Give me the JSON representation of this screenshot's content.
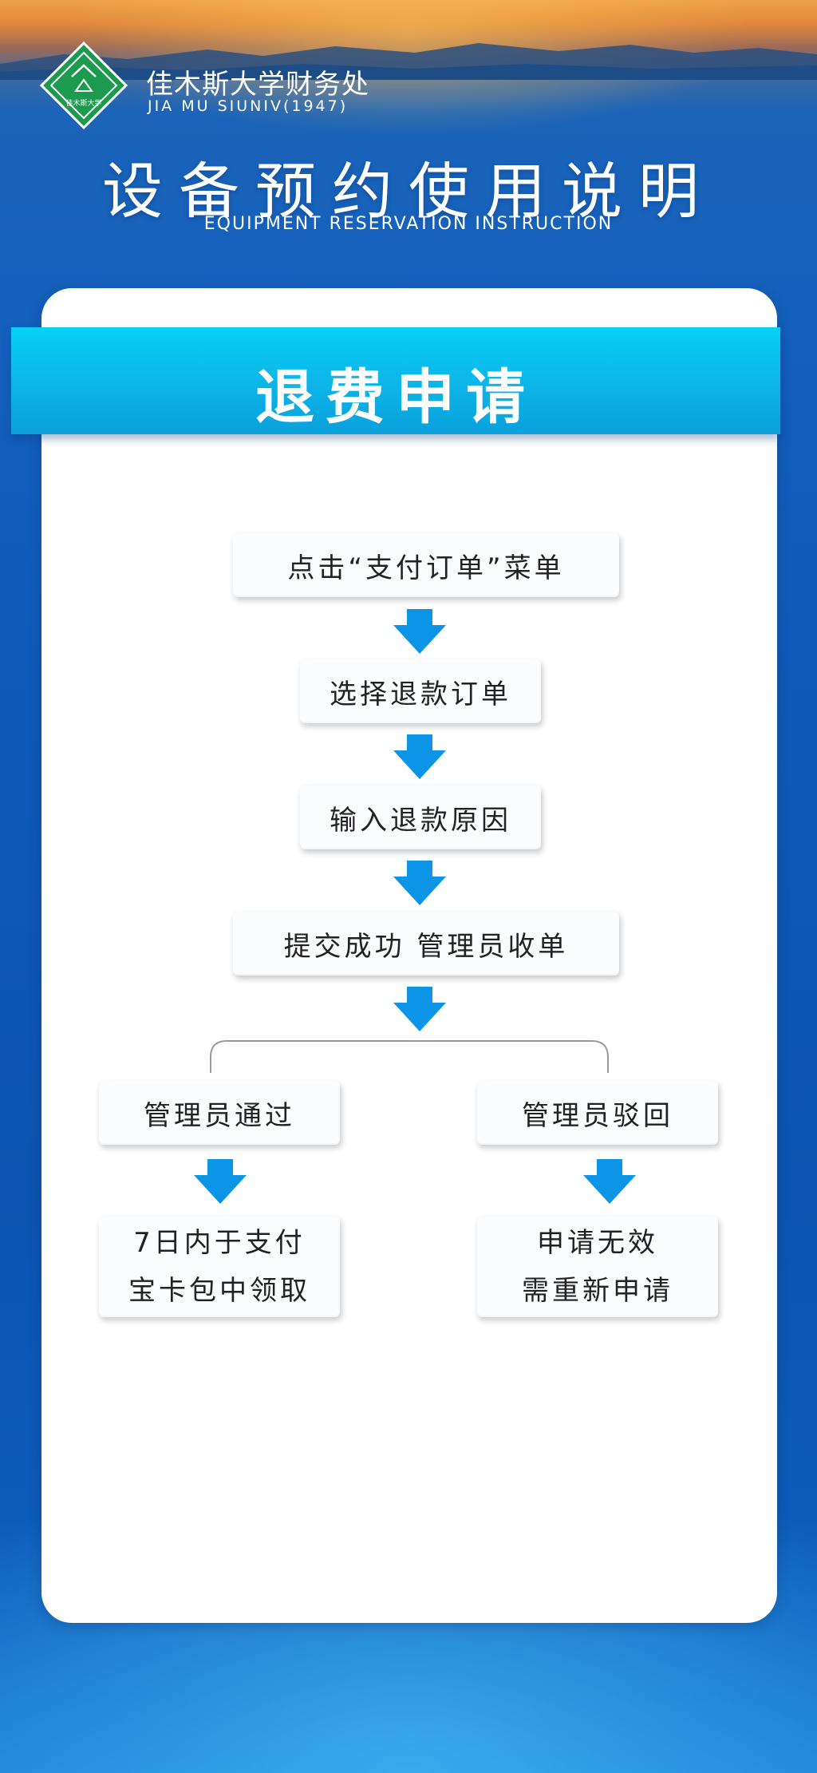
{
  "header": {
    "org_name": "佳木斯大学财务处",
    "org_subtitle": "JIA MU SIUNIV(1947)",
    "logo_text": "佳木斯大学",
    "title": "设备预约使用说明",
    "subtitle": "EQUIPMENT RESERVATION INSTRUCTION"
  },
  "section": {
    "heading": "退费申请"
  },
  "flow": {
    "step1": "点击“支付订单”菜单",
    "step2": "选择退款订单",
    "step3": "输入退款原因",
    "step4": "提交成功 管理员收单",
    "branch_left": {
      "label": "管理员通过",
      "result_line1": "7日内于支付",
      "result_line2": "宝卡包中领取"
    },
    "branch_right": {
      "label": "管理员驳回",
      "result_line1": "申请无效",
      "result_line2": "需重新申请"
    }
  },
  "colors": {
    "arrow": "#0c95e6",
    "banner": "#0cb9ea",
    "logo_green": "#1c9a4e"
  },
  "icons": {
    "logo": "university-seal-icon",
    "arrow": "arrow-down-icon"
  }
}
